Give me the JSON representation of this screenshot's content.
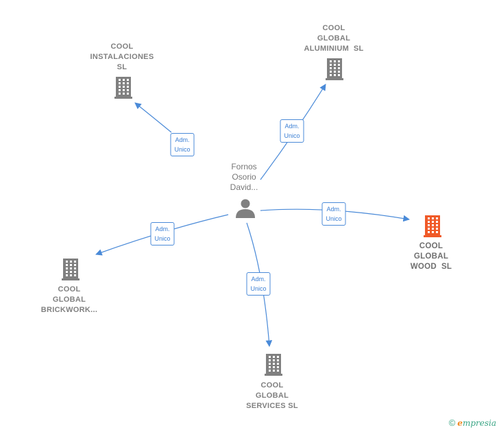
{
  "colors": {
    "edge": "#4a8ad8",
    "building": "#808080",
    "building_main": "#f05a28",
    "person": "#808080"
  },
  "person": {
    "name_lines": [
      "Fornos",
      "Osorio",
      "David..."
    ],
    "icon": "person-icon"
  },
  "companies": [
    {
      "id": "instalaciones",
      "lines": [
        "COOL",
        "INSTALACIONES",
        "SL"
      ],
      "icon": "building-icon",
      "main": false
    },
    {
      "id": "aluminium",
      "lines": [
        "COOL",
        "GLOBAL",
        "ALUMINIUM  SL"
      ],
      "icon": "building-icon",
      "main": false
    },
    {
      "id": "wood",
      "lines": [
        "COOL",
        "GLOBAL",
        "WOOD  SL"
      ],
      "icon": "building-icon",
      "main": true
    },
    {
      "id": "services",
      "lines": [
        "COOL",
        "GLOBAL",
        "SERVICES SL"
      ],
      "icon": "building-icon",
      "main": false
    },
    {
      "id": "brickwork",
      "lines": [
        "COOL",
        "GLOBAL",
        "BRICKWORK..."
      ],
      "icon": "building-icon",
      "main": false
    }
  ],
  "edges": [
    {
      "to": "instalaciones",
      "label_lines": [
        "Adm.",
        "Unico"
      ]
    },
    {
      "to": "aluminium",
      "label_lines": [
        "Adm.",
        "Unico"
      ]
    },
    {
      "to": "wood",
      "label_lines": [
        "Adm.",
        "Unico"
      ]
    },
    {
      "to": "services",
      "label_lines": [
        "Adm.",
        "Unico"
      ]
    },
    {
      "to": "brickwork",
      "label_lines": [
        "Adm.",
        "Unico"
      ]
    }
  ],
  "footer": {
    "copyright": "©",
    "brand_first": "e",
    "brand_rest": "mpresia"
  }
}
